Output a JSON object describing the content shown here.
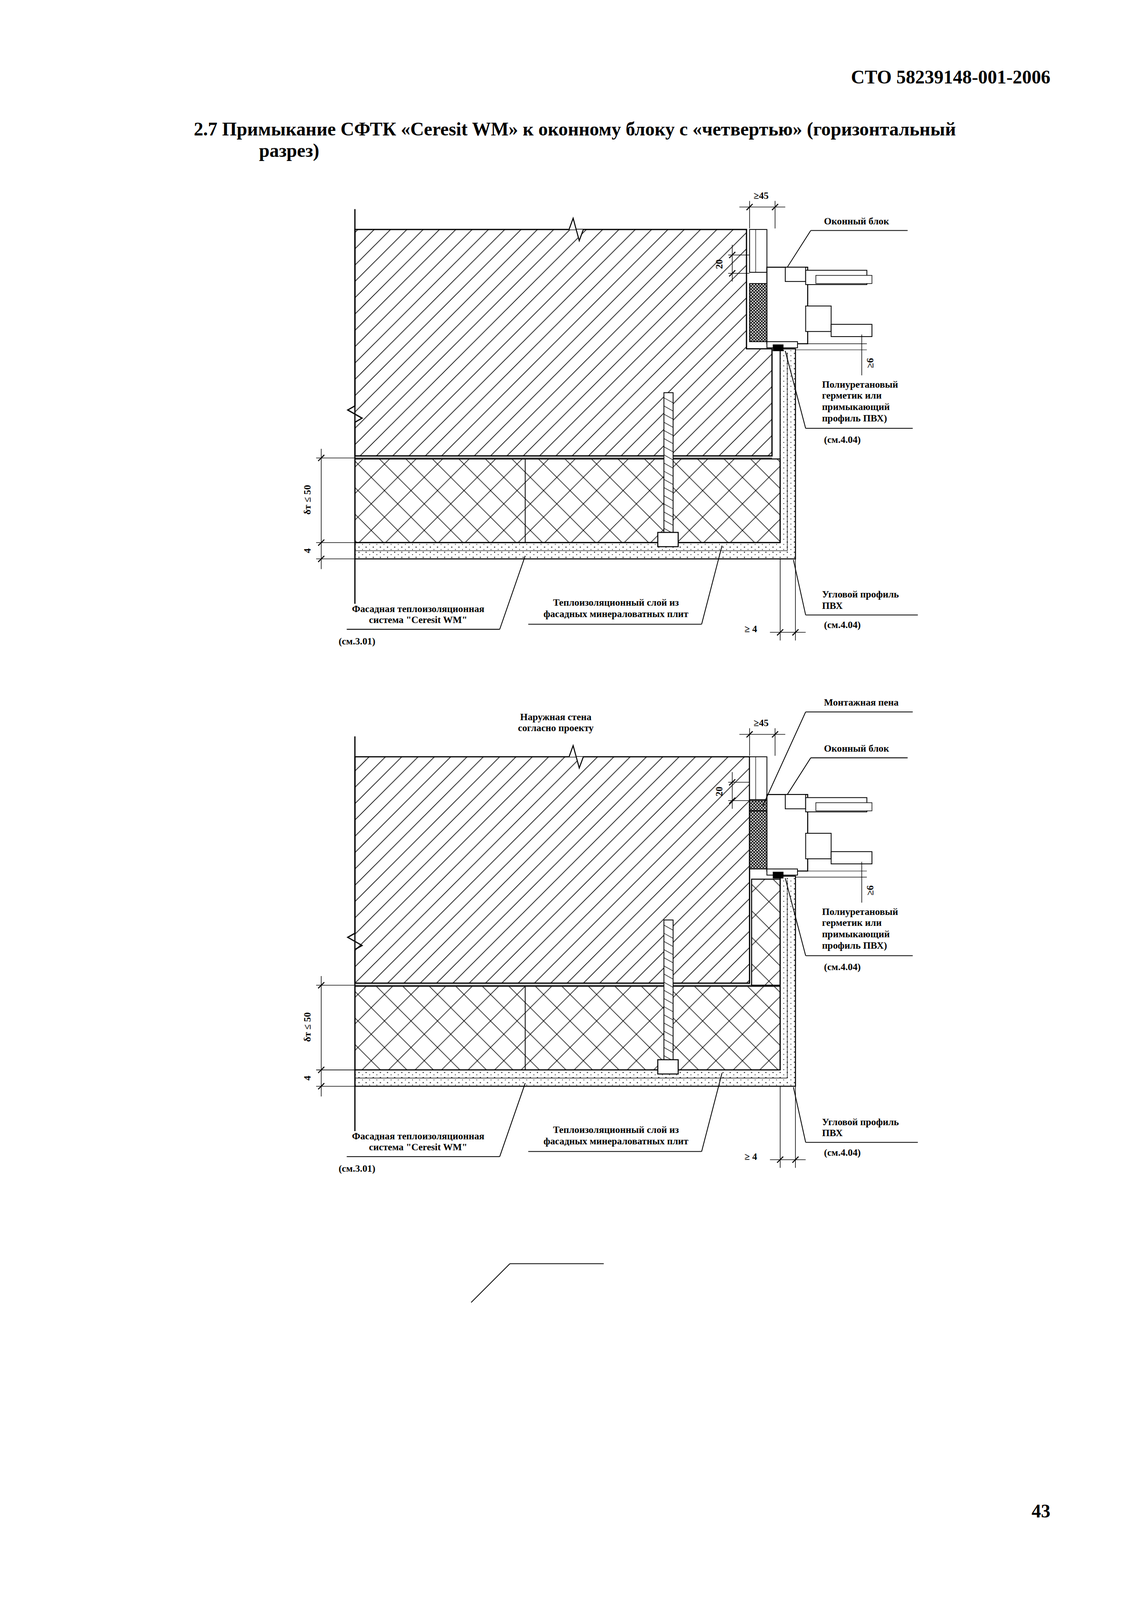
{
  "diagram": {
    "title": "2.7 Примыкание СФТК «Ceresit WM» к оконному блоку с «четвертью» (горизонтальный разрез)",
    "labels": [
      "СТО 58239148-001-2006",
      "≥45",
      "20",
      "Оконный блок",
      "≥6",
      "Полиуретановый герметик или примыкающий профиль ПВХ)",
      "(см.4.04)",
      "δт ≤ 50",
      "4",
      "Фасадная теплоизоляционная система \"Ceresit WM\"",
      "(см.3.01)",
      "Теплоизоляционный слой из фасадных минераловатных плит",
      "Угловой профиль ПВХ",
      "(см.4.04)",
      "≥ 4",
      "Монтажная пена",
      "Наружная стена согласно проекту",
      "≥45",
      "20",
      "Оконный блок",
      "≥6",
      "Полиуретановый герметик или примыкающий профиль ПВХ)",
      "(см.4.04)",
      "δт ≤ 50",
      "4",
      "Фасадная теплоизоляционная система \"Ceresit WM\"",
      "(см.3.01)",
      "Теплоизоляционный слой из фасадных минераловатных плит",
      "Угловой профиль ПВХ",
      "(см.4.04)",
      "≥ 4",
      "43"
    ]
  }
}
